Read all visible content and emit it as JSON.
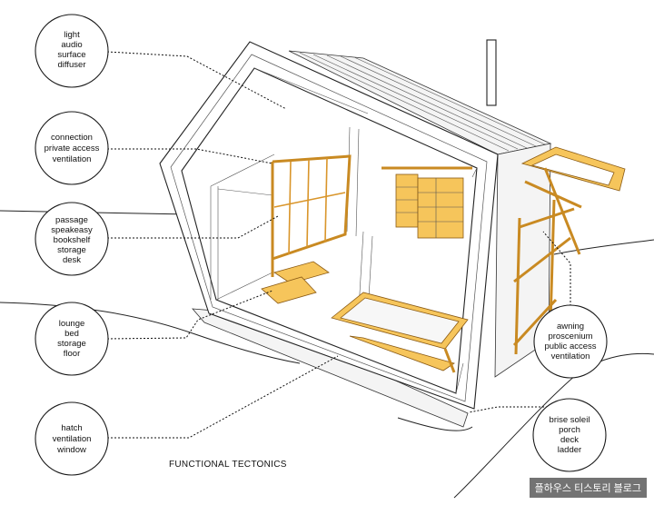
{
  "callouts": [
    {
      "lines": [
        "light",
        "audio",
        "surface",
        "diffuser"
      ]
    },
    {
      "lines": [
        "connection",
        "private access",
        "ventilation"
      ]
    },
    {
      "lines": [
        "passage",
        "speakeasy",
        "bookshelf",
        "storage",
        "desk"
      ]
    },
    {
      "lines": [
        "lounge",
        "bed",
        "storage",
        "floor"
      ]
    },
    {
      "lines": [
        "hatch",
        "ventilation",
        "window"
      ]
    },
    {
      "lines": [
        "awning",
        "proscenium",
        "public access",
        "ventilation"
      ]
    },
    {
      "lines": [
        "brise soleil",
        "porch",
        "deck",
        "ladder"
      ]
    }
  ],
  "caption": "FUNCTIONAL TECTONICS",
  "watermark": "플하우스 티스토리 블로그",
  "colors": {
    "wood": "#f6c55b",
    "line": "#222222"
  }
}
